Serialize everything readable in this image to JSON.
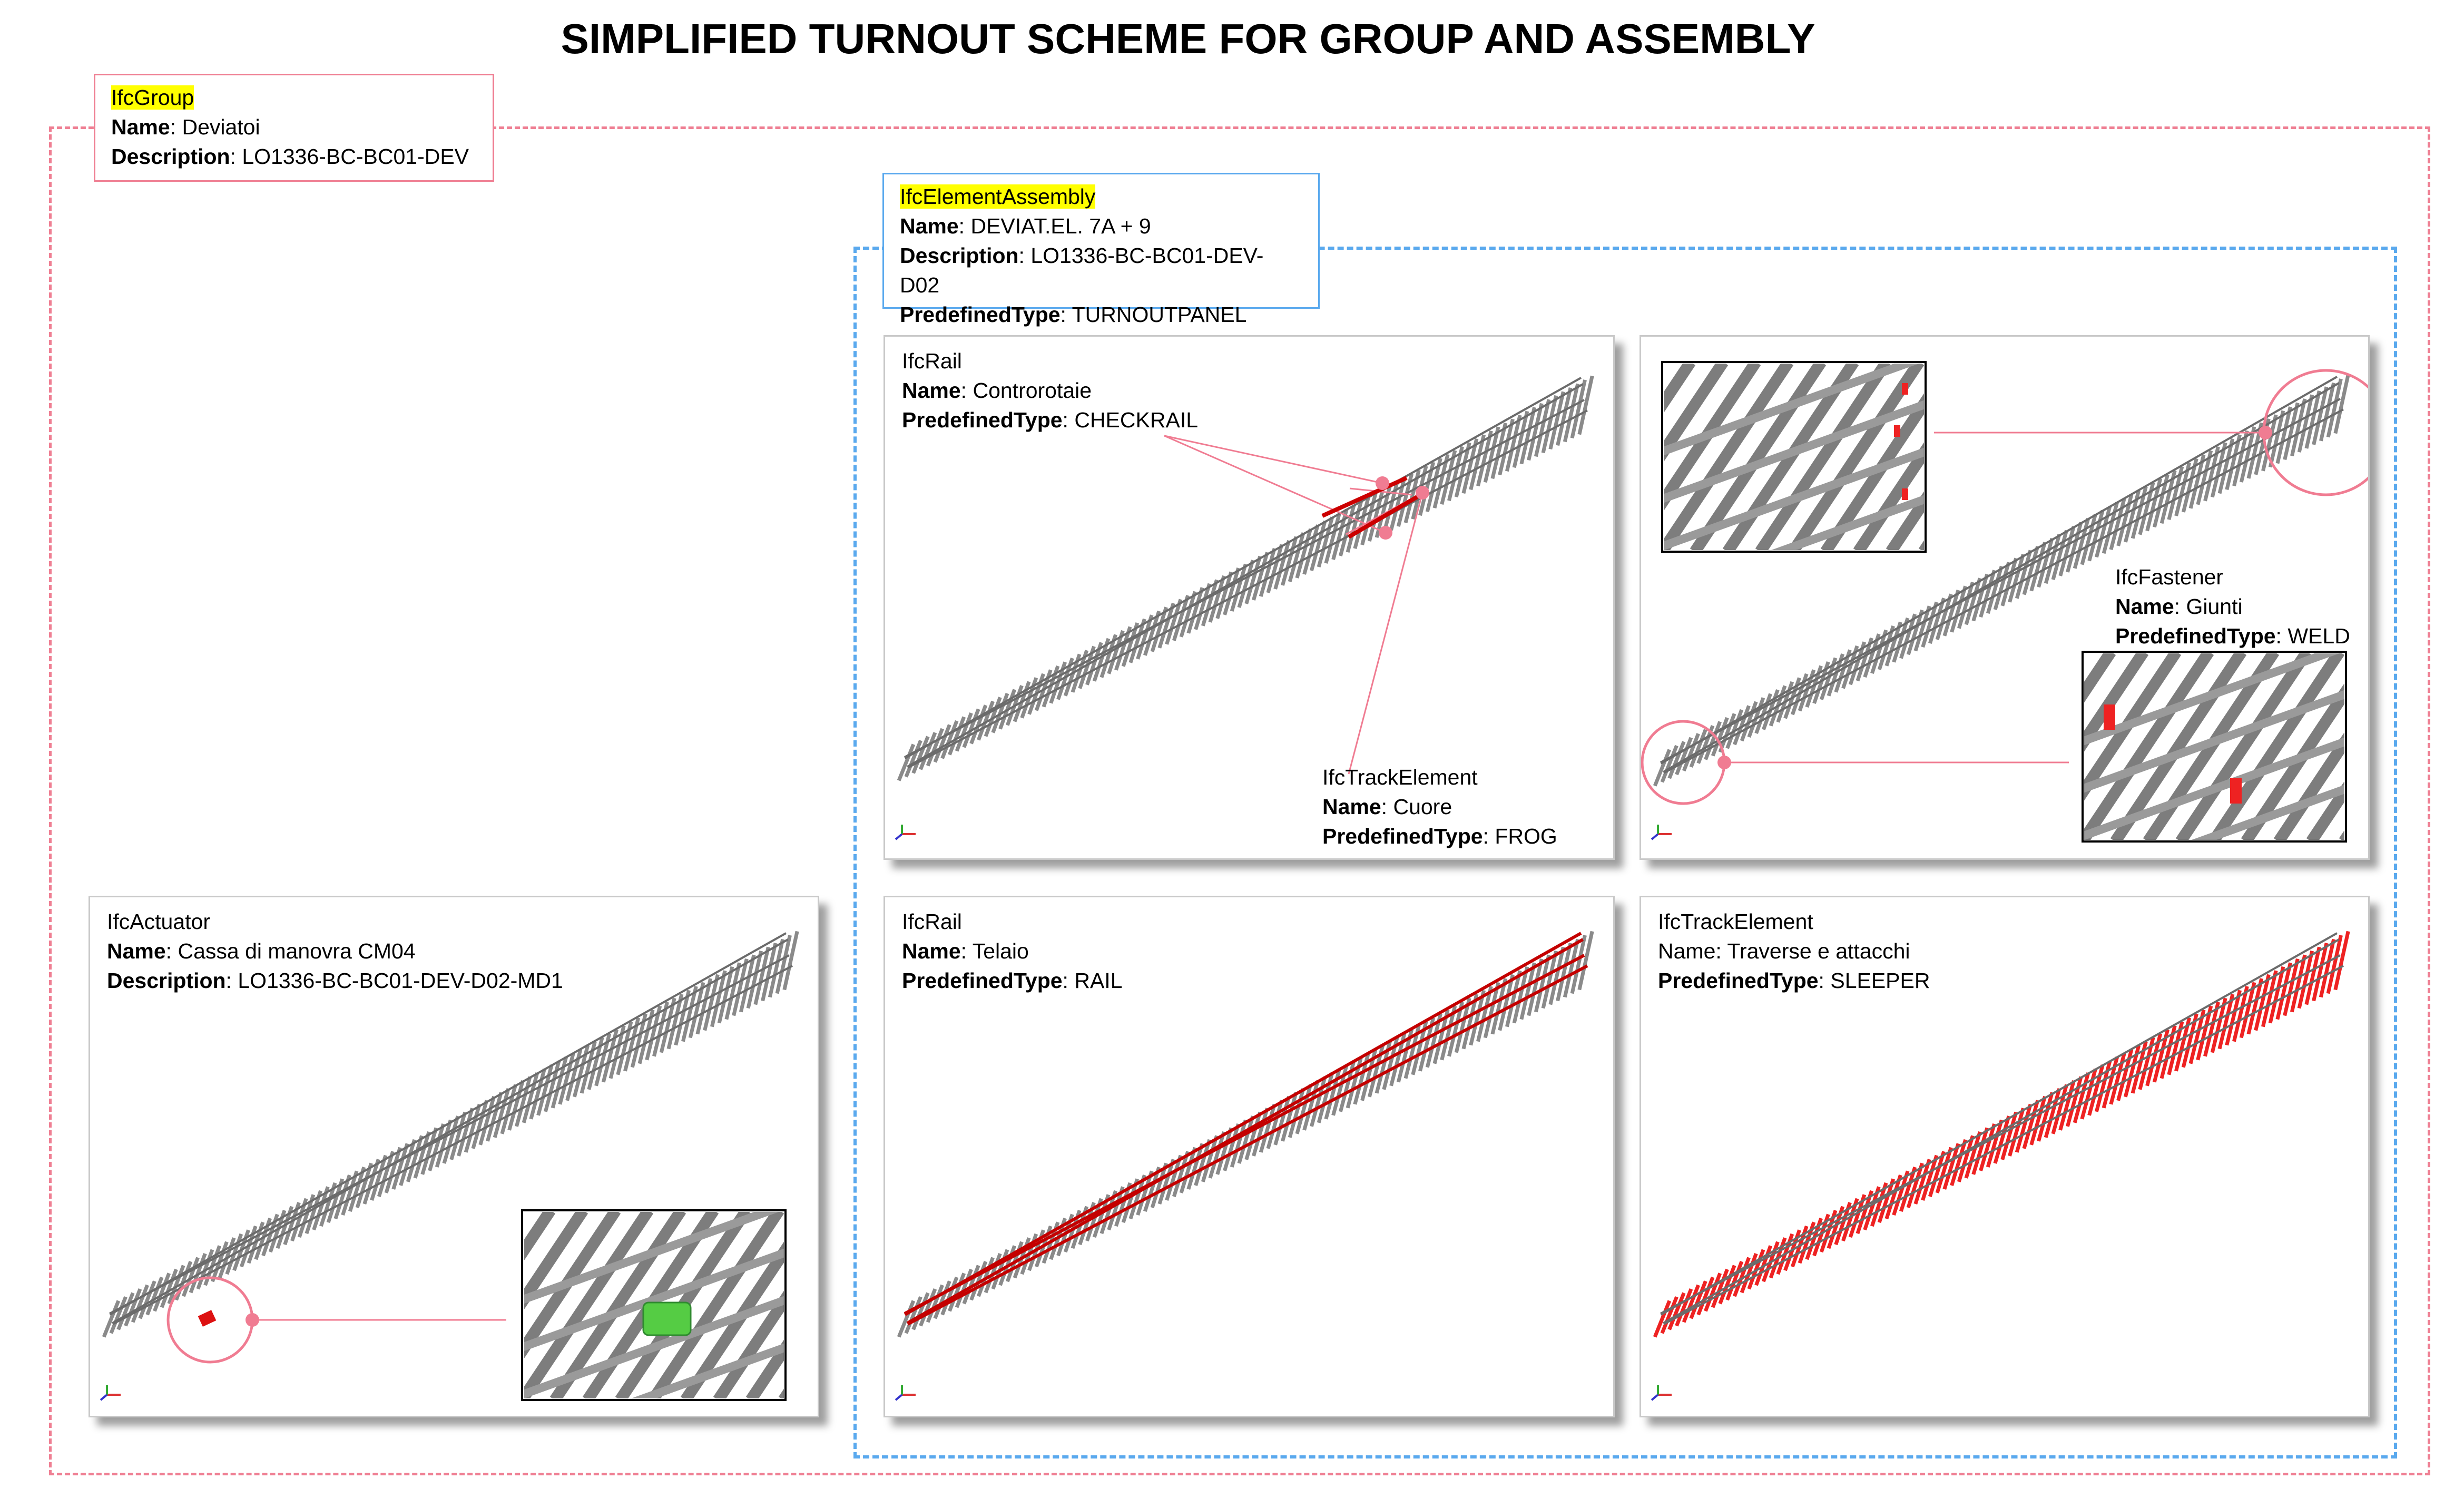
{
  "title": "SIMPLIFIED TURNOUT SCHEME FOR GROUP AND ASSEMBLY",
  "colors": {
    "group_border": "#ef7f93",
    "assembly_border": "#5aa9ee",
    "highlight": "#ffff00",
    "rail_highlight": "#cc0000",
    "actuator_highlight": "#55cc44"
  },
  "group": {
    "type": "IfcGroup",
    "name_key": "Name",
    "name_val": "Deviatoi",
    "desc_key": "Description",
    "desc_val": "LO1336-BC-BC01-DEV"
  },
  "assembly": {
    "type": "IfcElementAssembly",
    "name_key": "Name",
    "name_val": "DEVIAT.EL. 7A + 9",
    "desc_key": "Description",
    "desc_val": "LO1336-BC-BC01-DEV-D02",
    "ptype_key": "PredefinedType",
    "ptype_val": "TURNOUTPANEL"
  },
  "panels": {
    "checkrail": {
      "type": "IfcRail",
      "name_key": "Name",
      "name_val": "Controrotaie",
      "ptype_key": "PredefinedType",
      "ptype_val": "CHECKRAIL",
      "frog": {
        "type": "IfcTrackElement",
        "name_key": "Name",
        "name_val": "Cuore",
        "ptype_key": "PredefinedType",
        "ptype_val": "FROG"
      }
    },
    "fastener": {
      "type": "IfcFastener",
      "name_key": "Name",
      "name_val": "Giunti",
      "ptype_key": "PredefinedType",
      "ptype_val": "WELD"
    },
    "actuator": {
      "type": "IfcActuator",
      "name_key": "Name",
      "name_val": "Cassa di manovra CM04",
      "desc_key": "Description",
      "desc_val": "LO1336-BC-BC01-DEV-D02-MD1"
    },
    "rail": {
      "type": "IfcRail",
      "name_key": "Name",
      "name_val": "Telaio",
      "ptype_key": "PredefinedType",
      "ptype_val": "RAIL"
    },
    "sleeper": {
      "type": "IfcTrackElement",
      "name_line": "Name: Traverse e attacchi",
      "ptype_key": "PredefinedType",
      "ptype_val": "SLEEPER"
    }
  },
  "icons": {
    "axis": "axis-triad-icon",
    "callout": "callout-circle-icon"
  }
}
